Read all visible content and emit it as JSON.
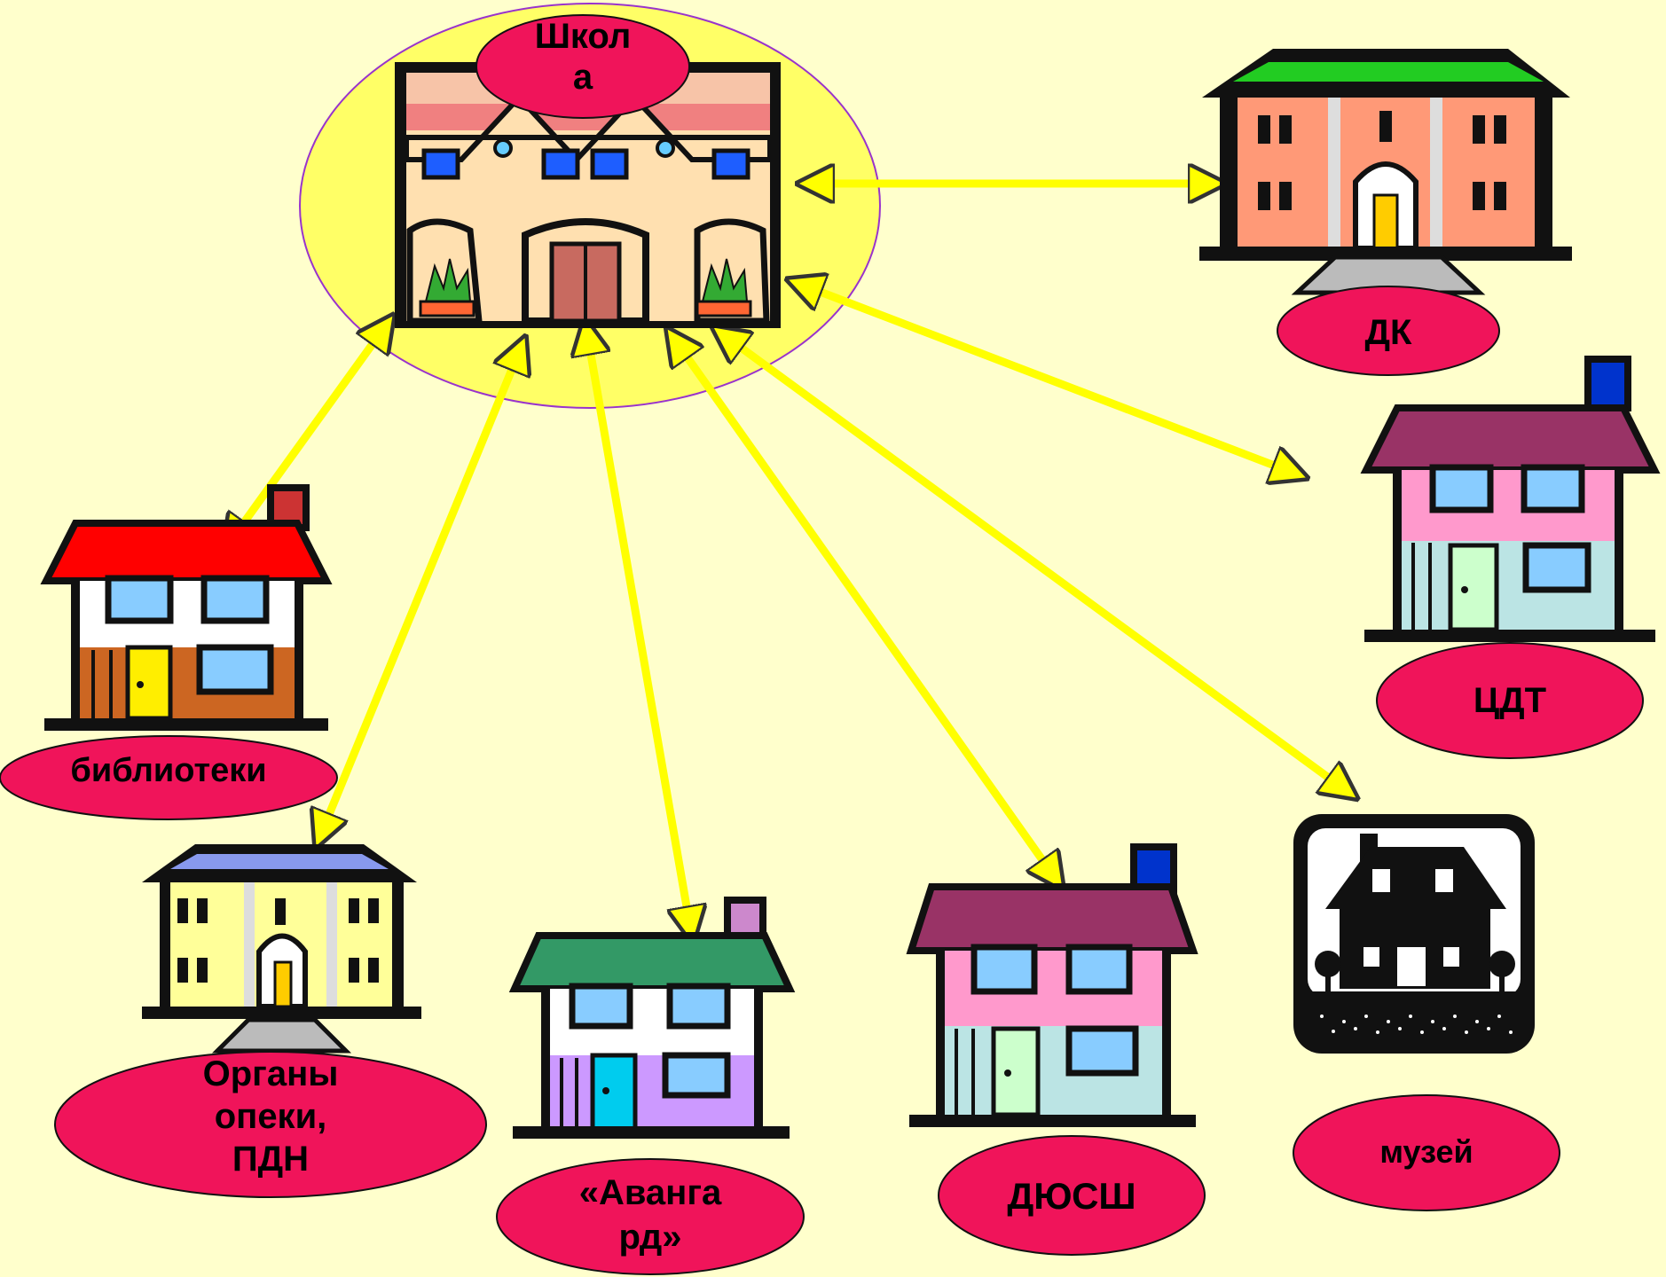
{
  "nodes": {
    "school": "Школ\nа",
    "dk": "ДК",
    "cdt": "ЦДТ",
    "libraries": "библиотеки",
    "guardianship": "Органы\nопеки,\nПДН",
    "avangard": "«Аванга\nрд»",
    "dyussh": "ДЮСШ",
    "museum": "музей"
  },
  "colors": {
    "background": "#ffffcc",
    "school_halo": "#ffff66",
    "label_ellipse": "#f0145a",
    "arrow": "#ffff00"
  },
  "icons": {
    "school": "school-building-icon",
    "dk": "culture-house-icon",
    "cdt": "house-icon",
    "libraries": "house-icon",
    "guardianship": "government-building-icon",
    "avangard": "house-icon",
    "dyussh": "house-icon",
    "museum": "museum-sign-icon"
  }
}
